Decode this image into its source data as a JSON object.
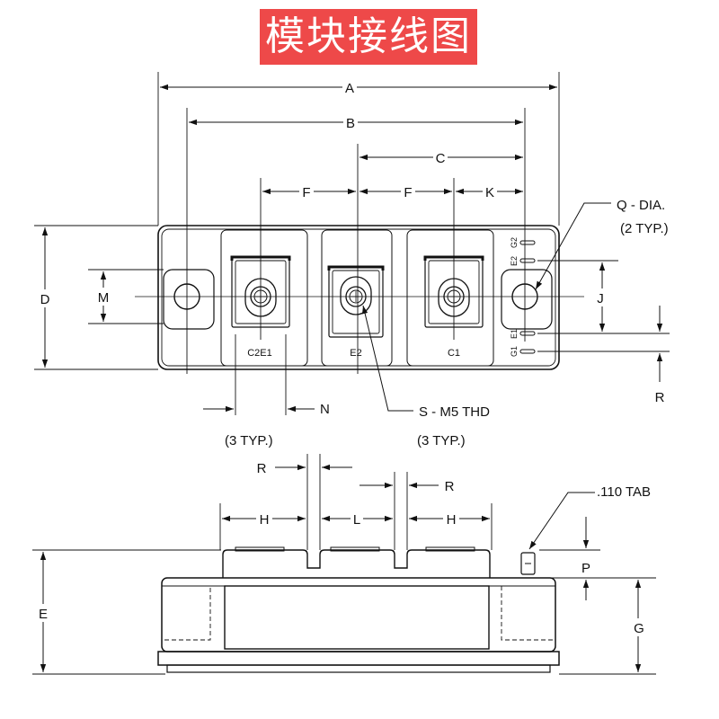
{
  "title": "模块接线图",
  "colors": {
    "title_bg": "#ee4949",
    "title_fg": "#ffffff",
    "line": "#111111"
  },
  "dims": {
    "A": "A",
    "B": "B",
    "C": "C",
    "D": "D",
    "E": "E",
    "F1": "F",
    "F2": "F",
    "G": "G",
    "H1": "H",
    "H2": "H",
    "J": "J",
    "K": "K",
    "L": "L",
    "M": "M",
    "N": "N",
    "P": "P",
    "R_top": "R",
    "R_mid": "R",
    "R_right": "R"
  },
  "terminals": {
    "c2e1": "C2E1",
    "e2": "E2",
    "c1": "C1"
  },
  "pins": {
    "g2": "G2",
    "e2": "E2",
    "e1": "E1",
    "g1": "G1"
  },
  "callouts": {
    "q_dia": "Q - DIA.",
    "q_typ": "(2 TYP.)",
    "s_thd": "S - M5 THD",
    "s_typ": "(3 TYP.)",
    "n_typ": "(3 TYP.)",
    "tab": ".110 TAB"
  }
}
